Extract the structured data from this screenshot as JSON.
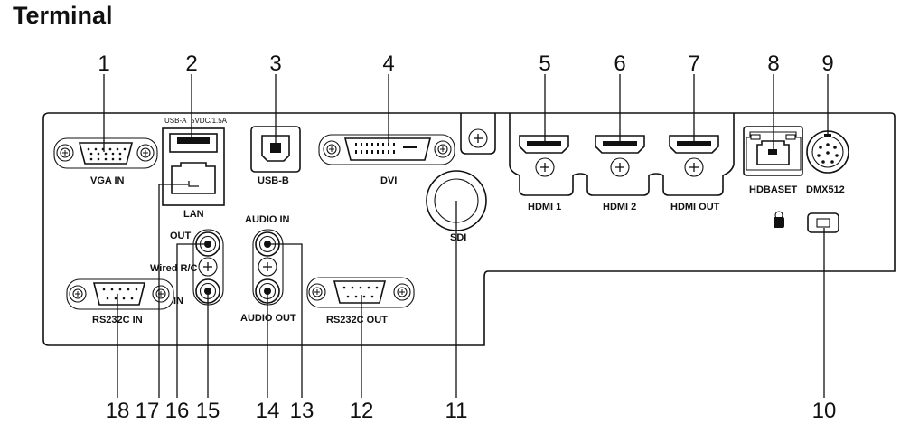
{
  "title": "Terminal",
  "callouts": [
    "1",
    "2",
    "3",
    "4",
    "5",
    "6",
    "7",
    "8",
    "9",
    "10",
    "11",
    "12",
    "13",
    "14",
    "15",
    "16",
    "17",
    "18"
  ],
  "labels": {
    "vga_in": "VGA IN",
    "usb_a": "USB-A",
    "usb_a_power": "5VDC/1.5A",
    "lan": "LAN",
    "usb_b": "USB-B",
    "dvi": "DVI",
    "sdi": "SDI",
    "hdmi1": "HDMI 1",
    "hdmi2": "HDMI 2",
    "hdmi_out": "HDMI OUT",
    "hdbaset": "HDBASET",
    "dmx512": "DMX512",
    "audio_in": "AUDIO IN",
    "audio_out": "AUDIO OUT",
    "wired_rc": "Wired R/C",
    "rc_out": "OUT",
    "rc_in": "IN",
    "rs232c_in": "RS232C IN",
    "rs232c_out": "RS232C OUT"
  }
}
